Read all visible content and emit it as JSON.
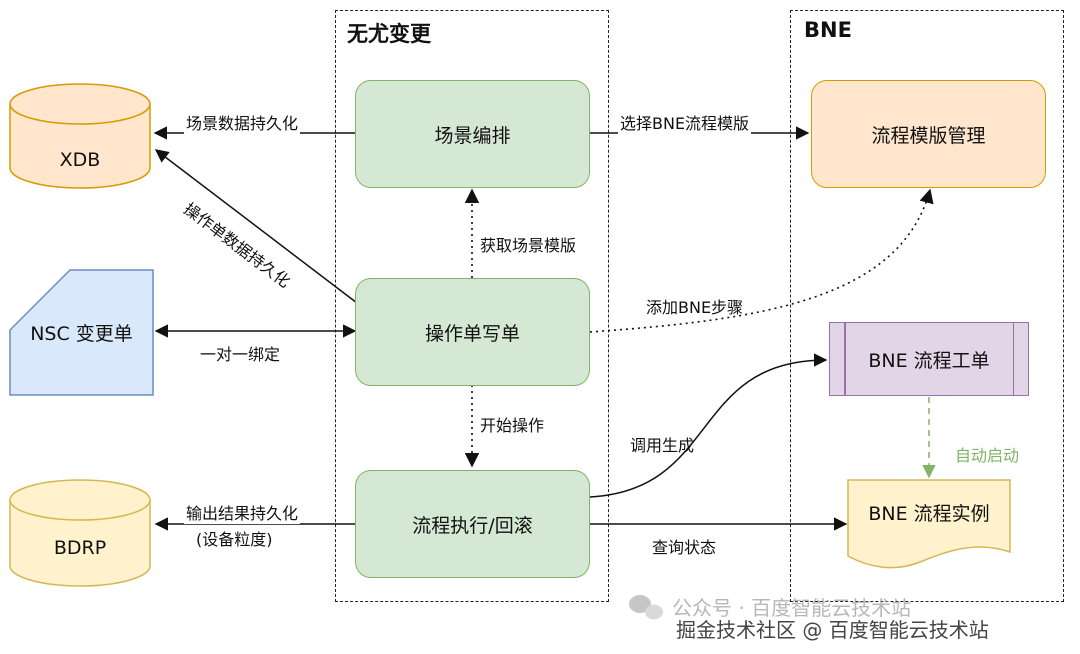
{
  "groups": {
    "wuyou": {
      "title": "无尤变更"
    },
    "bne": {
      "title": "BNE"
    }
  },
  "nodes": {
    "xdb": "XDB",
    "nsc": "NSC 变更单",
    "bdrp": "BDRP",
    "scene_orchestration": "场景编排",
    "ticket_writing": "操作单写单",
    "flow_exec": "流程执行/回滚",
    "template_mgmt": "流程模版管理",
    "bne_ticket": "BNE 流程工单",
    "bne_instance": "BNE 流程实例"
  },
  "edges": {
    "scene_persist": "场景数据持久化",
    "ticket_persist": "操作单数据持久化",
    "one_to_one": "一对一绑定",
    "result_persist_line1": "输出结果持久化",
    "result_persist_line2": "(设备粒度)",
    "select_template": "选择BNE流程模版",
    "get_template": "获取场景模版",
    "add_step": "添加BNE步骤",
    "start_op": "开始操作",
    "invoke_gen": "调用生成",
    "auto_start": "自动启动",
    "query_status": "查询状态"
  },
  "colors": {
    "green_fill": "#d5e8d4",
    "green_stroke": "#82b366",
    "orange_fill": "#ffe6cc",
    "orange_stroke": "#d79b00",
    "db_fill": "#ffe6cc",
    "bdrp_fill": "#fff2cc",
    "bdrp_stroke": "#d6b656",
    "blue_fill": "#dae8fc",
    "blue_stroke": "#6c8ebf",
    "purple_fill": "#e1d5e7",
    "purple_stroke": "#9673a6",
    "auto_start_color": "#82b366"
  },
  "watermark": {
    "wechat_text": "公众号 · 百度智能云技术站",
    "juejin_text": "掘金技术社区 @ 百度智能云技术站"
  }
}
